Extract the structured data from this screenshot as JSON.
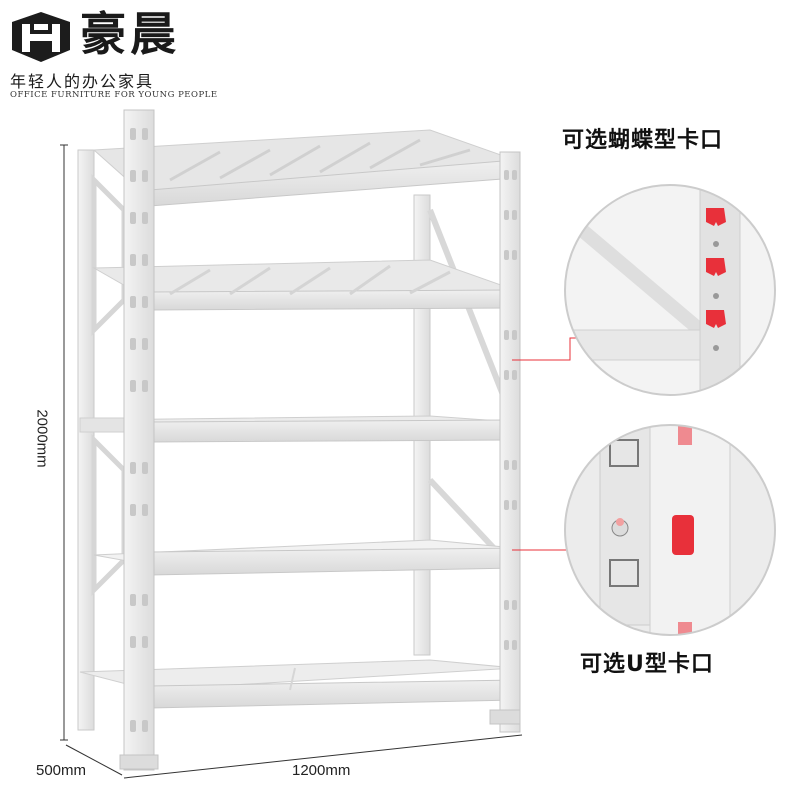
{
  "brand": {
    "logo_icon": "hc-shield-logo",
    "name": "豪晨",
    "slogan": "年轻人的办公家具",
    "subtitle": "OFFICE FURNITURE FOR YOUNG PEOPLE"
  },
  "dimensions": {
    "height": "2000mm",
    "depth": "500mm",
    "width": "1200mm"
  },
  "features": {
    "butterfly": "可选蝴蝶型卡口",
    "u_type": "可选U型卡口"
  },
  "colors": {
    "rack": "#ececec",
    "rack_edge": "#cfcfcf",
    "accent": "#e8303a",
    "text": "#111111"
  }
}
